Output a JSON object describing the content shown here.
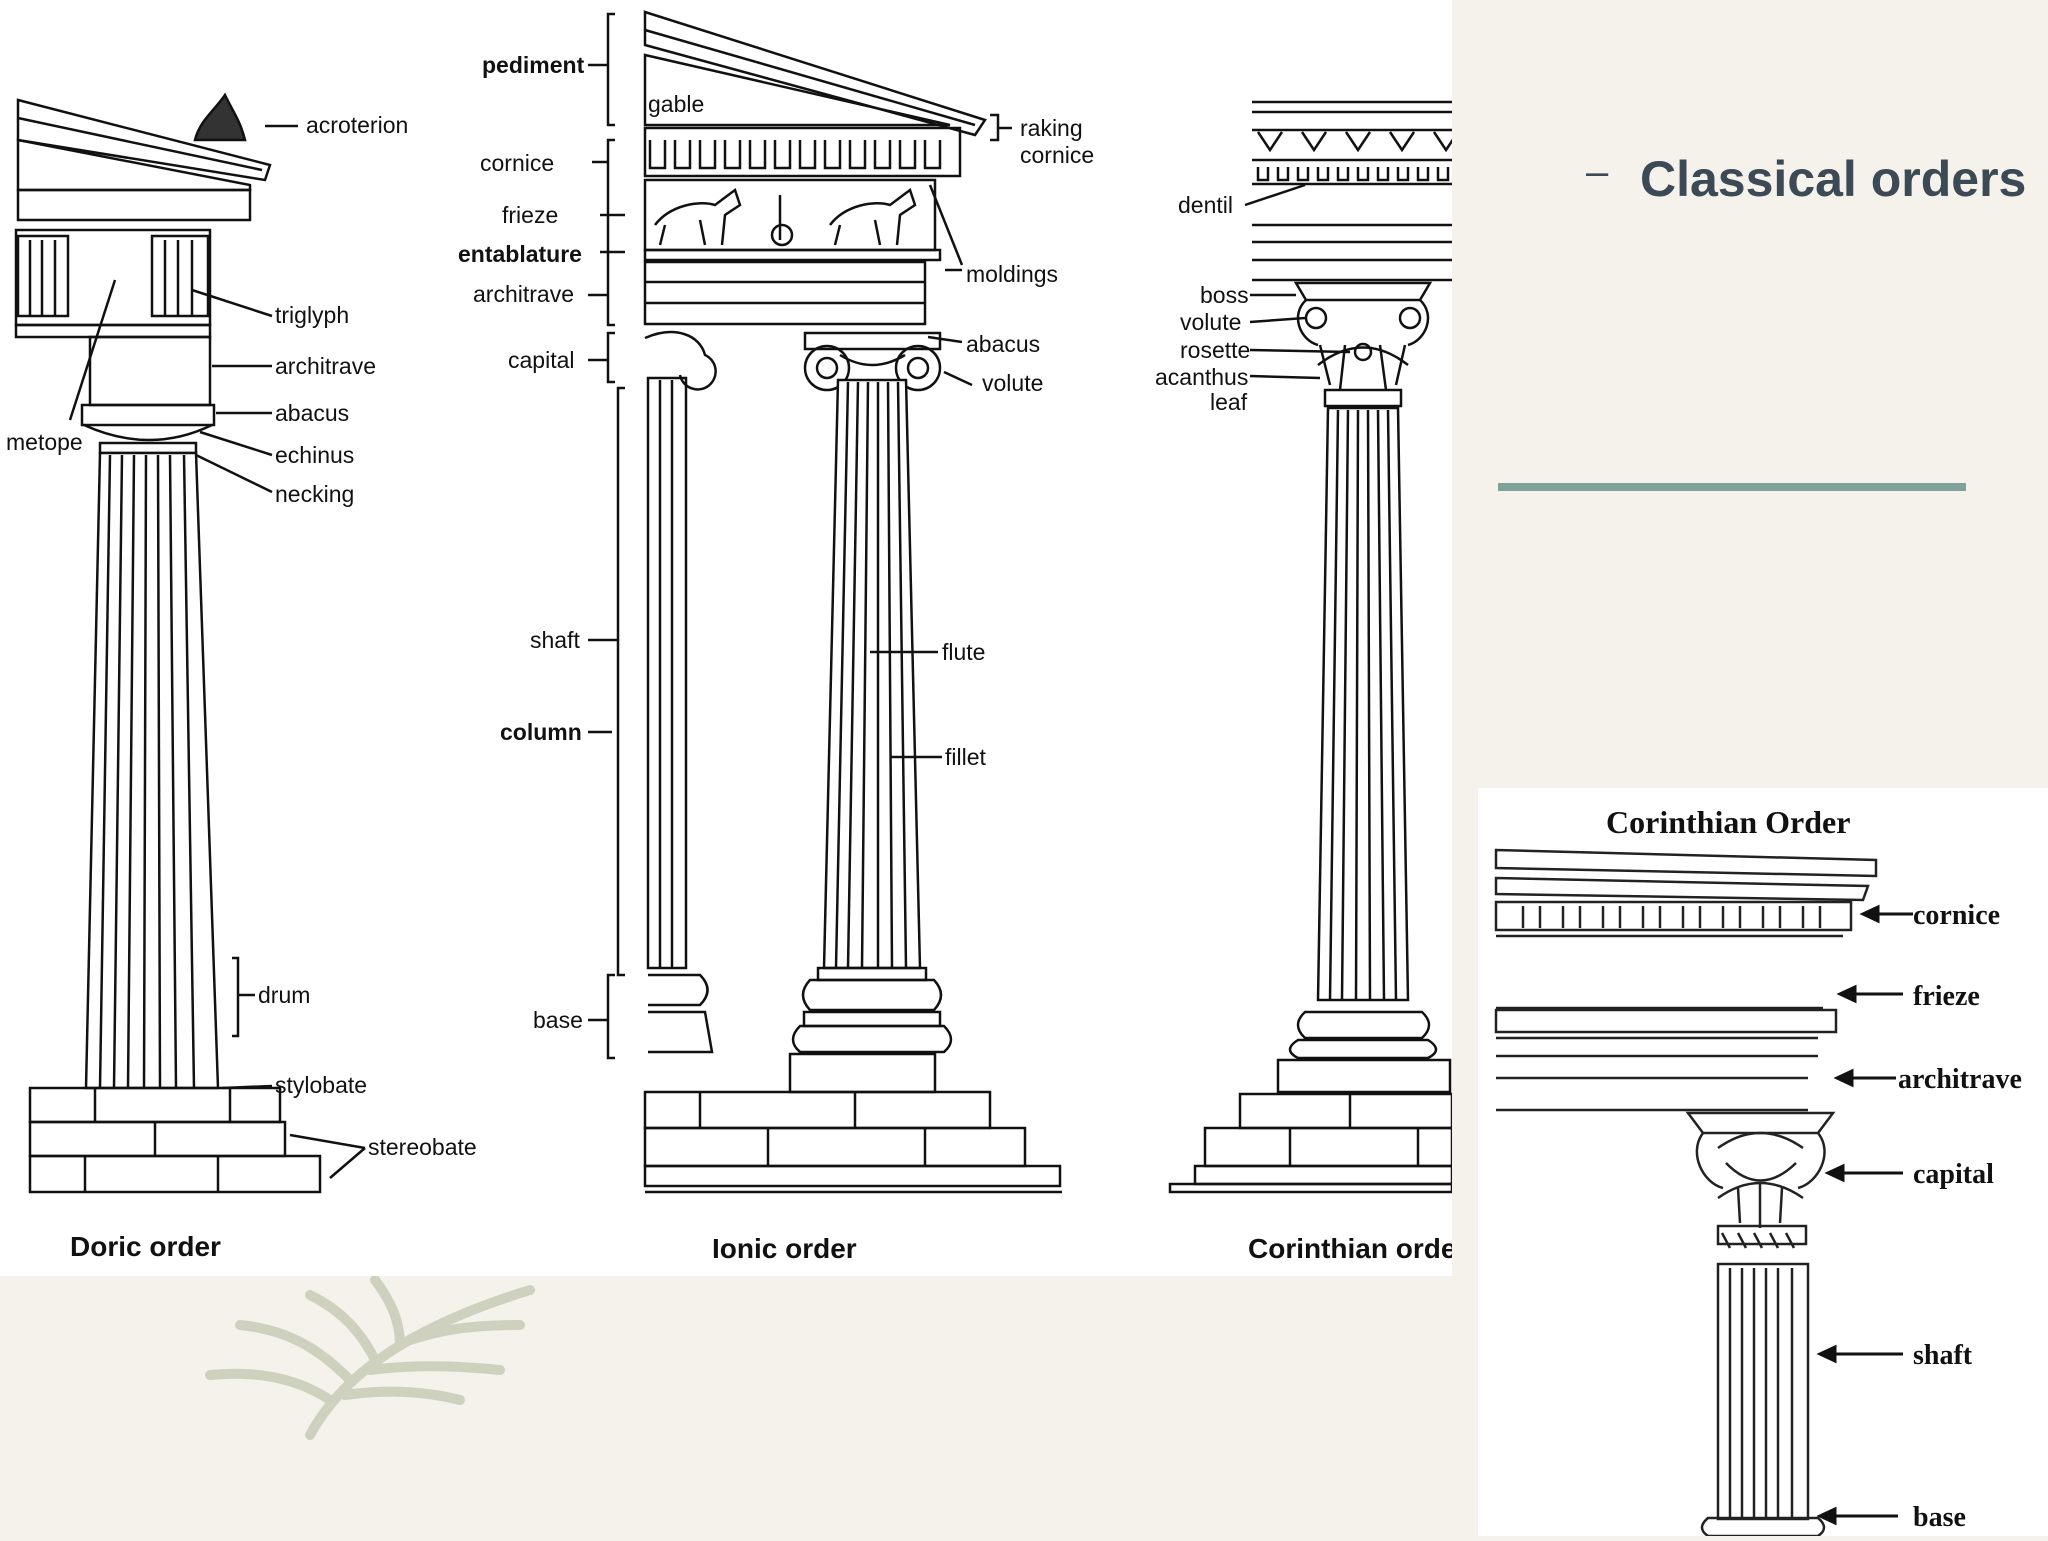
{
  "slide": {
    "dash": "–",
    "title": "Classical orders",
    "accent_color": "#7fa39b"
  },
  "doric": {
    "caption": "Doric order",
    "labels": {
      "acroterion": "acroterion",
      "triglyph": "triglyph",
      "architrave": "architrave",
      "abacus": "abacus",
      "metope": "metope",
      "echinus": "echinus",
      "necking": "necking",
      "drum": "drum",
      "stylobate": "stylobate",
      "stereobate": "stereobate"
    }
  },
  "ionic": {
    "caption": "Ionic order",
    "labels": {
      "pediment": "pediment",
      "gable": "gable",
      "raking": "raking",
      "cornice_r": "cornice",
      "cornice": "cornice",
      "frieze": "frieze",
      "entablature": "entablature",
      "architrave": "architrave",
      "moldings": "moldings",
      "capital": "capital",
      "abacus": "abacus",
      "volute": "volute",
      "shaft": "shaft",
      "column": "column",
      "flute": "flute",
      "fillet": "fillet",
      "base": "base"
    }
  },
  "corinthian": {
    "caption": "Corinthian orde",
    "labels": {
      "dentil": "dentil",
      "boss": "boss",
      "volute": "volute",
      "rosette": "rosette",
      "acanthus": "acanthus",
      "leaf": "leaf"
    }
  },
  "inset": {
    "title": "Corinthian Order",
    "labels": {
      "cornice": "cornice",
      "frieze": "frieze",
      "architrave": "architrave",
      "capital": "capital",
      "shaft": "shaft",
      "base": "base"
    }
  }
}
